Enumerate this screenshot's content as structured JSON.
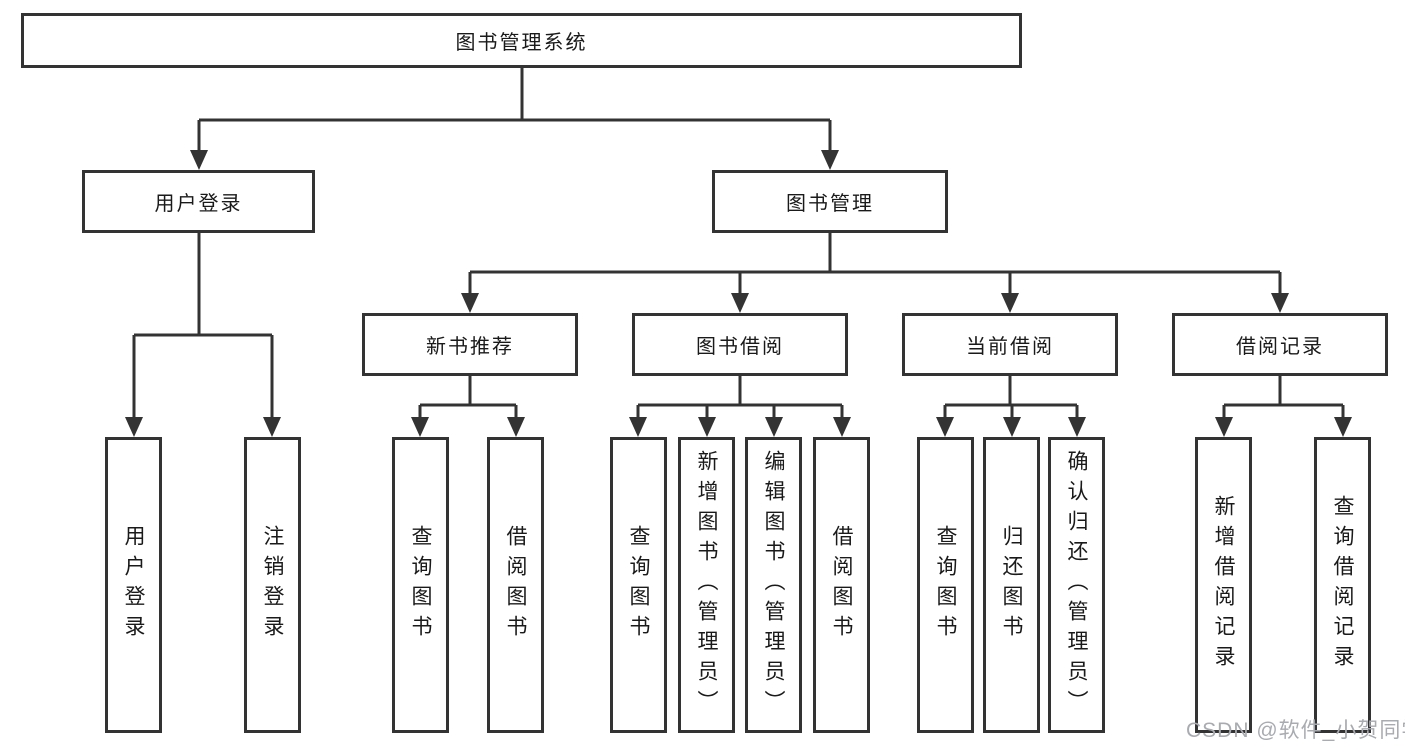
{
  "diagram": {
    "root": "图书管理系统",
    "user_login": {
      "label": "用户登录",
      "children": [
        "用户登录",
        "注销登录"
      ]
    },
    "book_management": {
      "label": "图书管理",
      "sections": [
        {
          "label": "新书推荐",
          "children": [
            "查询图书",
            "借阅图书"
          ]
        },
        {
          "label": "图书借阅",
          "children": [
            "查询图书",
            "新增图书（管理员）",
            "编辑图书（管理员）",
            "借阅图书"
          ]
        },
        {
          "label": "当前借阅",
          "children": [
            "查询图书",
            "归还图书",
            "确认归还（管理员）"
          ]
        },
        {
          "label": "借阅记录",
          "children": [
            "新增借阅记录",
            "查询借阅记录"
          ]
        }
      ]
    }
  },
  "watermark": "CSDN @软件_小贺同学",
  "colors": {
    "line": "#333333",
    "text": "#1a1a1a",
    "watermark": "#a8abb0",
    "background": "#ffffff"
  }
}
